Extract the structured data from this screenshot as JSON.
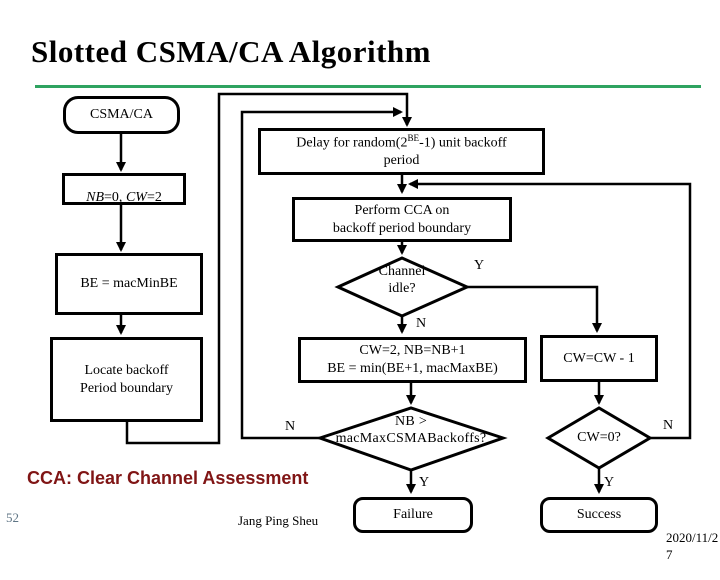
{
  "slide": {
    "title": "Slotted CSMA/CA Algorithm",
    "note": "CCA: Clear Channel Assessment",
    "page_number": "52",
    "author": "Jang Ping Sheu",
    "date_line1": "2020/11/2",
    "date_line2": "7",
    "accent_green": "#2FA360",
    "note_color": "#801515",
    "page_number_color": "#5f7585"
  },
  "flowchart": {
    "start": "CSMA/CA",
    "init": {
      "it1": "NB",
      "s1": "=0, ",
      "it2": "CW",
      "s2": "=2"
    },
    "delay": {
      "pre": "Delay for random(2",
      "sup": "BE",
      "post": "-1) unit backoff",
      "line2": "period"
    },
    "perform": "Perform CCA on\nbackoff period boundary",
    "be_assign": "BE = macMinBE",
    "locate": "Locate backoff\nPeriod boundary",
    "channel_idle": "Channel\nidle?",
    "update": "CW=2, NB=NB+1\nBE = min(BE+1, macMaxBE)",
    "cw_decrement": "CW=CW - 1",
    "nb_check": "NB >\nmacMaxCSMABackoffs?",
    "cw_check": "CW=0?",
    "failure": "Failure",
    "success": "Success",
    "branch_labels": {
      "channel_yes": "Y",
      "channel_no": "N",
      "nb_no": "N",
      "nb_yes": "Y",
      "cw_no": "N",
      "cw_yes": "Y"
    }
  }
}
